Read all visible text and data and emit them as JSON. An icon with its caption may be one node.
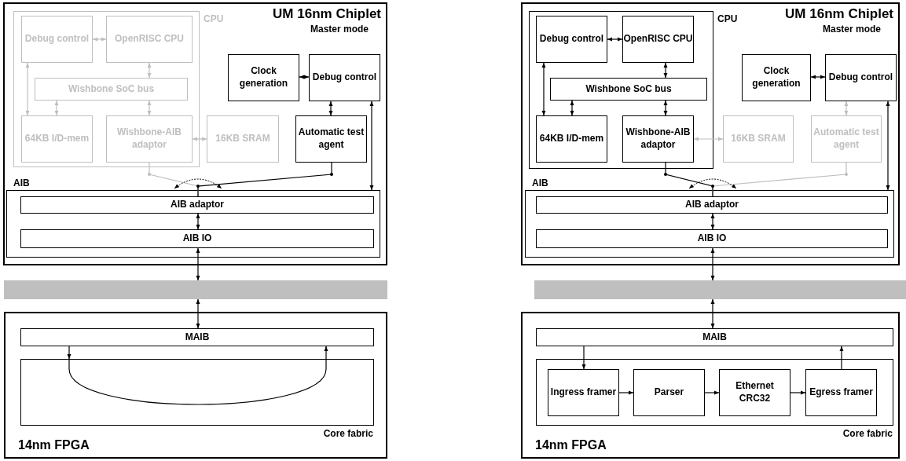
{
  "diagram": {
    "nodes": [
      {
        "text": [
          "UM 16nm Chiplet",
          "Master mode"
        ]
      },
      {
        "text": [
          "CPU"
        ],
        "in": 0
      },
      {
        "text": [
          "Debug control"
        ],
        "in": 1
      },
      {
        "text": [
          "OpenRISC CPU"
        ],
        "in": 1
      },
      {
        "text": [
          "Wishbone SoC bus"
        ],
        "in": 1
      },
      {
        "text": [
          "64KB I/D-mem"
        ],
        "in": 1
      },
      {
        "text": [
          "Wishbone-AIB adaptor"
        ],
        "in": 1
      },
      {
        "text": [
          "16KB SRAM"
        ],
        "in": 0
      },
      {
        "text": [
          "Clock generation"
        ],
        "in": 0
      },
      {
        "text": [
          "Debug control"
        ],
        "in": 0
      },
      {
        "text": [
          "Automatic test agent"
        ],
        "in": 0
      },
      {
        "text": [
          "AIB"
        ],
        "in": 0
      },
      {
        "text": [
          "AIB adaptor"
        ],
        "in": 11
      },
      {
        "text": [
          "AIB IO"
        ],
        "in": 11
      },
      {
        "text": [],
        "shape": "bar"
      },
      {
        "text": [
          "14nm FPGA"
        ]
      },
      {
        "text": [
          "MAIB"
        ],
        "in": 15
      },
      {
        "text": [
          "Core fabric"
        ],
        "in": 15
      },
      {
        "text": [
          "UM 16nm Chiplet",
          "Master mode"
        ]
      },
      {
        "text": [
          "CPU"
        ],
        "in": 18
      },
      {
        "text": [
          "Debug control"
        ],
        "in": 19
      },
      {
        "text": [
          "OpenRISC CPU"
        ],
        "in": 19
      },
      {
        "text": [
          "Wishbone SoC bus"
        ],
        "in": 19
      },
      {
        "text": [
          "64KB I/D-mem"
        ],
        "in": 19
      },
      {
        "text": [
          "Wishbone-AIB adaptor"
        ],
        "in": 19
      },
      {
        "text": [
          "16KB SRAM"
        ],
        "in": 18
      },
      {
        "text": [
          "Clock generation"
        ],
        "in": 18
      },
      {
        "text": [
          "Debug control"
        ],
        "in": 18
      },
      {
        "text": [
          "Automatic test agent"
        ],
        "in": 18
      },
      {
        "text": [
          "AIB"
        ],
        "in": 18
      },
      {
        "text": [
          "AIB adaptor"
        ],
        "in": 29
      },
      {
        "text": [
          "AIB IO"
        ],
        "in": 29
      },
      {
        "text": [],
        "shape": "bar"
      },
      {
        "text": [
          "14nm FPGA"
        ]
      },
      {
        "text": [
          "MAIB"
        ],
        "in": 33
      },
      {
        "text": [
          "Core fabric"
        ],
        "in": 33
      },
      {
        "text": [
          "Ingress framer"
        ],
        "in": 35
      },
      {
        "text": [
          "Parser"
        ],
        "in": 35
      },
      {
        "text": [
          "Ethernet CRC32"
        ],
        "in": 35
      },
      {
        "text": [
          "Egress framer"
        ],
        "in": 35
      }
    ],
    "edges": [
      {
        "from": 2,
        "to": 3,
        "arrow": "both",
        "color": "#bfbfbf"
      },
      {
        "from": 3,
        "to": 4,
        "arrow": "both",
        "color": "#bfbfbf"
      },
      {
        "from": 2,
        "to": 5,
        "arrow": "both",
        "color": "#bfbfbf"
      },
      {
        "from": 4,
        "to": 5,
        "arrow": "both",
        "color": "#bfbfbf"
      },
      {
        "from": 4,
        "to": 6,
        "arrow": "both",
        "color": "#bfbfbf"
      },
      {
        "from": 6,
        "to": 7,
        "arrow": "both",
        "color": "#bfbfbf"
      },
      {
        "from": 8,
        "to": 9,
        "arrow": "both"
      },
      {
        "from": 9,
        "to": 10,
        "arrow": "both"
      },
      {
        "from": 9,
        "to": 11,
        "arrow": "both"
      },
      {
        "from": 6,
        "to": 12,
        "arrow": "none",
        "color": "#bfbfbf"
      },
      {
        "from": 10,
        "to": 12,
        "arrow": "none"
      },
      {
        "from": 12,
        "to": 13,
        "arrow": "both"
      },
      {
        "from": 13,
        "to": 14,
        "arrow": "both"
      },
      {
        "from": 14,
        "to": 16,
        "arrow": "both"
      },
      {
        "from": 16,
        "to": 17,
        "arrow": "to"
      },
      {
        "from": 17,
        "to": 16,
        "arrow": "to"
      },
      {
        "from": 20,
        "to": 21,
        "arrow": "both"
      },
      {
        "from": 21,
        "to": 22,
        "arrow": "both"
      },
      {
        "from": 20,
        "to": 23,
        "arrow": "both"
      },
      {
        "from": 22,
        "to": 23,
        "arrow": "both"
      },
      {
        "from": 22,
        "to": 24,
        "arrow": "both"
      },
      {
        "from": 24,
        "to": 25,
        "arrow": "both",
        "color": "#bfbfbf"
      },
      {
        "from": 26,
        "to": 27,
        "arrow": "both"
      },
      {
        "from": 27,
        "to": 28,
        "arrow": "both",
        "color": "#bfbfbf"
      },
      {
        "from": 27,
        "to": 29,
        "arrow": "both"
      },
      {
        "from": 24,
        "to": 30,
        "arrow": "none"
      },
      {
        "from": 28,
        "to": 30,
        "arrow": "none",
        "color": "#bfbfbf"
      },
      {
        "from": 30,
        "to": 31,
        "arrow": "both"
      },
      {
        "from": 31,
        "to": 32,
        "arrow": "both"
      },
      {
        "from": 32,
        "to": 34,
        "arrow": "both"
      },
      {
        "from": 34,
        "to": 36,
        "arrow": "to"
      },
      {
        "from": 36,
        "to": 37,
        "arrow": "to"
      },
      {
        "from": 37,
        "to": 38,
        "arrow": "to"
      },
      {
        "from": 38,
        "to": 39,
        "arrow": "to"
      },
      {
        "from": 39,
        "to": 34,
        "arrow": "to"
      }
    ]
  }
}
